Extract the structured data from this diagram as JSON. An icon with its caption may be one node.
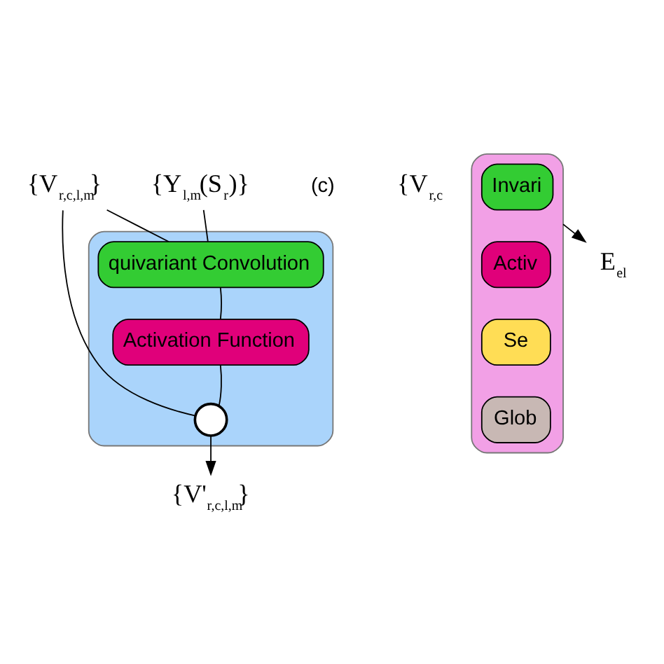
{
  "diagram": {
    "nodes": [
      {
        "text": [],
        "shape": "box"
      },
      {
        "text": [
          "{V$_{r,c,l,m}$}"
        ]
      },
      {
        "text": [
          "{Y$_{l,m}$(S$_{r}$)}"
        ]
      },
      {
        "text": [
          "quivariant Convolution"
        ],
        "in": 0
      },
      {
        "text": [
          "Activation Function"
        ],
        "in": 0
      },
      {
        "text": [],
        "shape": "circle",
        "in": 0
      },
      {
        "text": [
          "{V'$_{r,c,l,m}$}"
        ]
      },
      {
        "text": [],
        "shape": "box"
      },
      {
        "text": [
          "Invari"
        ],
        "in": 7
      },
      {
        "text": [
          "Activ"
        ],
        "in": 7
      },
      {
        "text": [
          "Se"
        ],
        "in": 7
      },
      {
        "text": [
          "Glob"
        ],
        "in": 7
      },
      {
        "text": [
          "{V$_{r,c}$"
        ]
      },
      {
        "text": [
          "E$_{el}$"
        ]
      }
    ],
    "edges": [
      {
        "from": 1,
        "to": 3,
        "arrow": "none"
      },
      {
        "from": 1,
        "to": 5,
        "arrow": "none"
      },
      {
        "from": 2,
        "to": 3,
        "arrow": "none"
      },
      {
        "from": 3,
        "to": 4,
        "arrow": "none"
      },
      {
        "from": 4,
        "to": 5,
        "arrow": "none"
      },
      {
        "from": 5,
        "to": 6,
        "arrow": "to"
      },
      {
        "from": 7,
        "to": 13,
        "arrow": "to"
      }
    ],
    "labels": [
      "(c)"
    ]
  }
}
